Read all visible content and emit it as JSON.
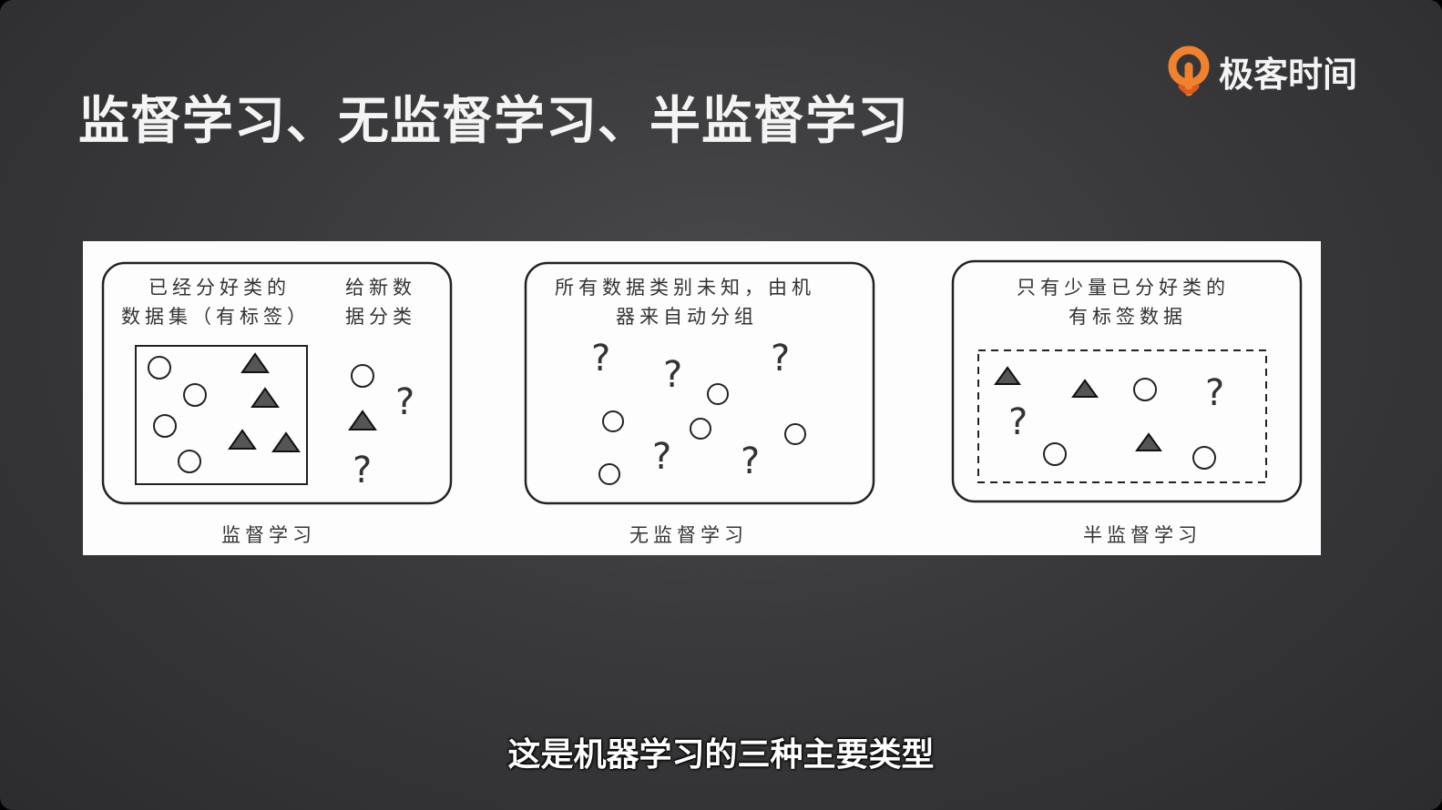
{
  "slide": {
    "title": "监督学习、无监督学习、半监督学习",
    "subtitle": "这是机器学习的三种主要类型"
  },
  "logo": {
    "icon": "geektime-logo-icon",
    "text": "极客时间",
    "color": "#f0822d"
  },
  "figure": {
    "panels": [
      {
        "caption": "监督学习",
        "labeled_text": [
          "已经分好类的",
          "数据集（有标签）"
        ],
        "new_text": [
          "给新数",
          "据分类"
        ]
      },
      {
        "caption": "无监督学习",
        "text": [
          "所有数据类别未知，由机",
          "器来自动分组"
        ]
      },
      {
        "caption": "半监督学习",
        "text": [
          "只有少量已分好类的",
          "有标签数据"
        ]
      }
    ],
    "unknown_symbol": "?"
  }
}
